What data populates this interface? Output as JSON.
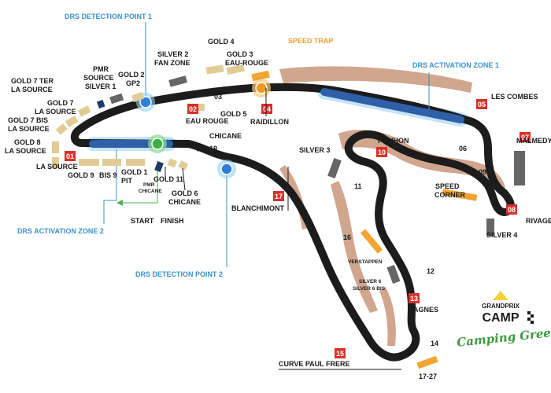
{
  "colors": {
    "track": "#1c1c1c",
    "drs_blue": "#2f5fa8",
    "drs_glow": "#8fd0f0",
    "marker_red": "#d9302c",
    "grandstand_gold": "#e2cc96",
    "grandstand_silver": "#666666",
    "speed_trap": "#f3a532",
    "hill": "#c9977a",
    "pmr": "#1f3a66",
    "label_blue": "#3a93c9",
    "start_green": "#4caf50"
  },
  "labels": {
    "drs_detection_1": "DRS DETECTION POINT 1",
    "drs_detection_2": "DRS DETECTION POINT 2",
    "drs_activation_1": "DRS ACTIVATION ZONE 1",
    "drs_activation_2": "DRS ACTIVATION ZONE 2",
    "speed_trap": "SPEED TRAP",
    "start": "START",
    "finish": "FINISH",
    "gold_4": "GOLD 4",
    "silver_2_a": "SILVER 2",
    "silver_2_b": "FAN ZONE",
    "gold_3_a": "GOLD 3",
    "gold_3_b": "EAU-ROUGE",
    "pmr_source_a": "PMR",
    "pmr_source_b": "SOURCE",
    "gold_2_a": "GOLD 2",
    "gold_2_b": "GP2",
    "silver_1": "SILVER 1",
    "gold_7ter_a": "GOLD 7 TER",
    "gold_7ter_b": "LA SOURCE",
    "gold_7_a": "GOLD 7",
    "gold_7_b": "LA SOURCE",
    "gold_7bis_a": "GOLD 7 BIS",
    "gold_7bis_b": "LA SOURCE",
    "gold_8_a": "GOLD 8",
    "gold_8_b": "LA SOURCE",
    "la_source": "LA SOURCE",
    "gold_9": "GOLD 9",
    "gold_bis9": "BIS 9",
    "gold_1_a": "GOLD 1",
    "gold_1_b": "PIT",
    "pmr_chicane_a": "PMR",
    "pmr_chicane_b": "CHICANE",
    "gold_11": "GOLD 11",
    "gold_6_a": "GOLD 6",
    "gold_6_b": "CHICANE",
    "corner_03": "03",
    "eau_rouge": "EAU ROUGE",
    "gold_5": "GOLD 5",
    "raidillon": "RAIDILLON",
    "chicane": "CHICANE",
    "corner_19": "19",
    "les_combes": "LES COMBES",
    "pouhon": "POUHON",
    "silver_3": "SILVER 3",
    "corner_06": "06",
    "malmedy": "MALMEDY",
    "corner_09": "09",
    "speed_corner_a": "SPEED",
    "speed_corner_b": "CORNER",
    "rivage": "RIVAGE",
    "silver_4": "SILVER 4",
    "corner_11": "11",
    "corner_16": "16",
    "blanchimont": "BLANCHIMONT",
    "verstappen": "VERSTAPPEN",
    "silver_6_a": "SILVER 6",
    "silver_6_b": "SILVER 6 BIS",
    "corner_12": "12",
    "fagnes": "FAGNES",
    "corner_14": "14",
    "curve_paul_frere": "CURVE PAUL FRERE",
    "corner_1727": "17-27",
    "logo_line1": "GRANDPRIX",
    "logo_line2": "CAMP",
    "logo_line3": "Camping Green"
  },
  "markers": {
    "m01": "01",
    "m02": "02",
    "m04": "04",
    "m05": "05",
    "m07": "07",
    "m08": "08",
    "m10": "10",
    "m13": "13",
    "m15": "15",
    "m17": "17"
  }
}
